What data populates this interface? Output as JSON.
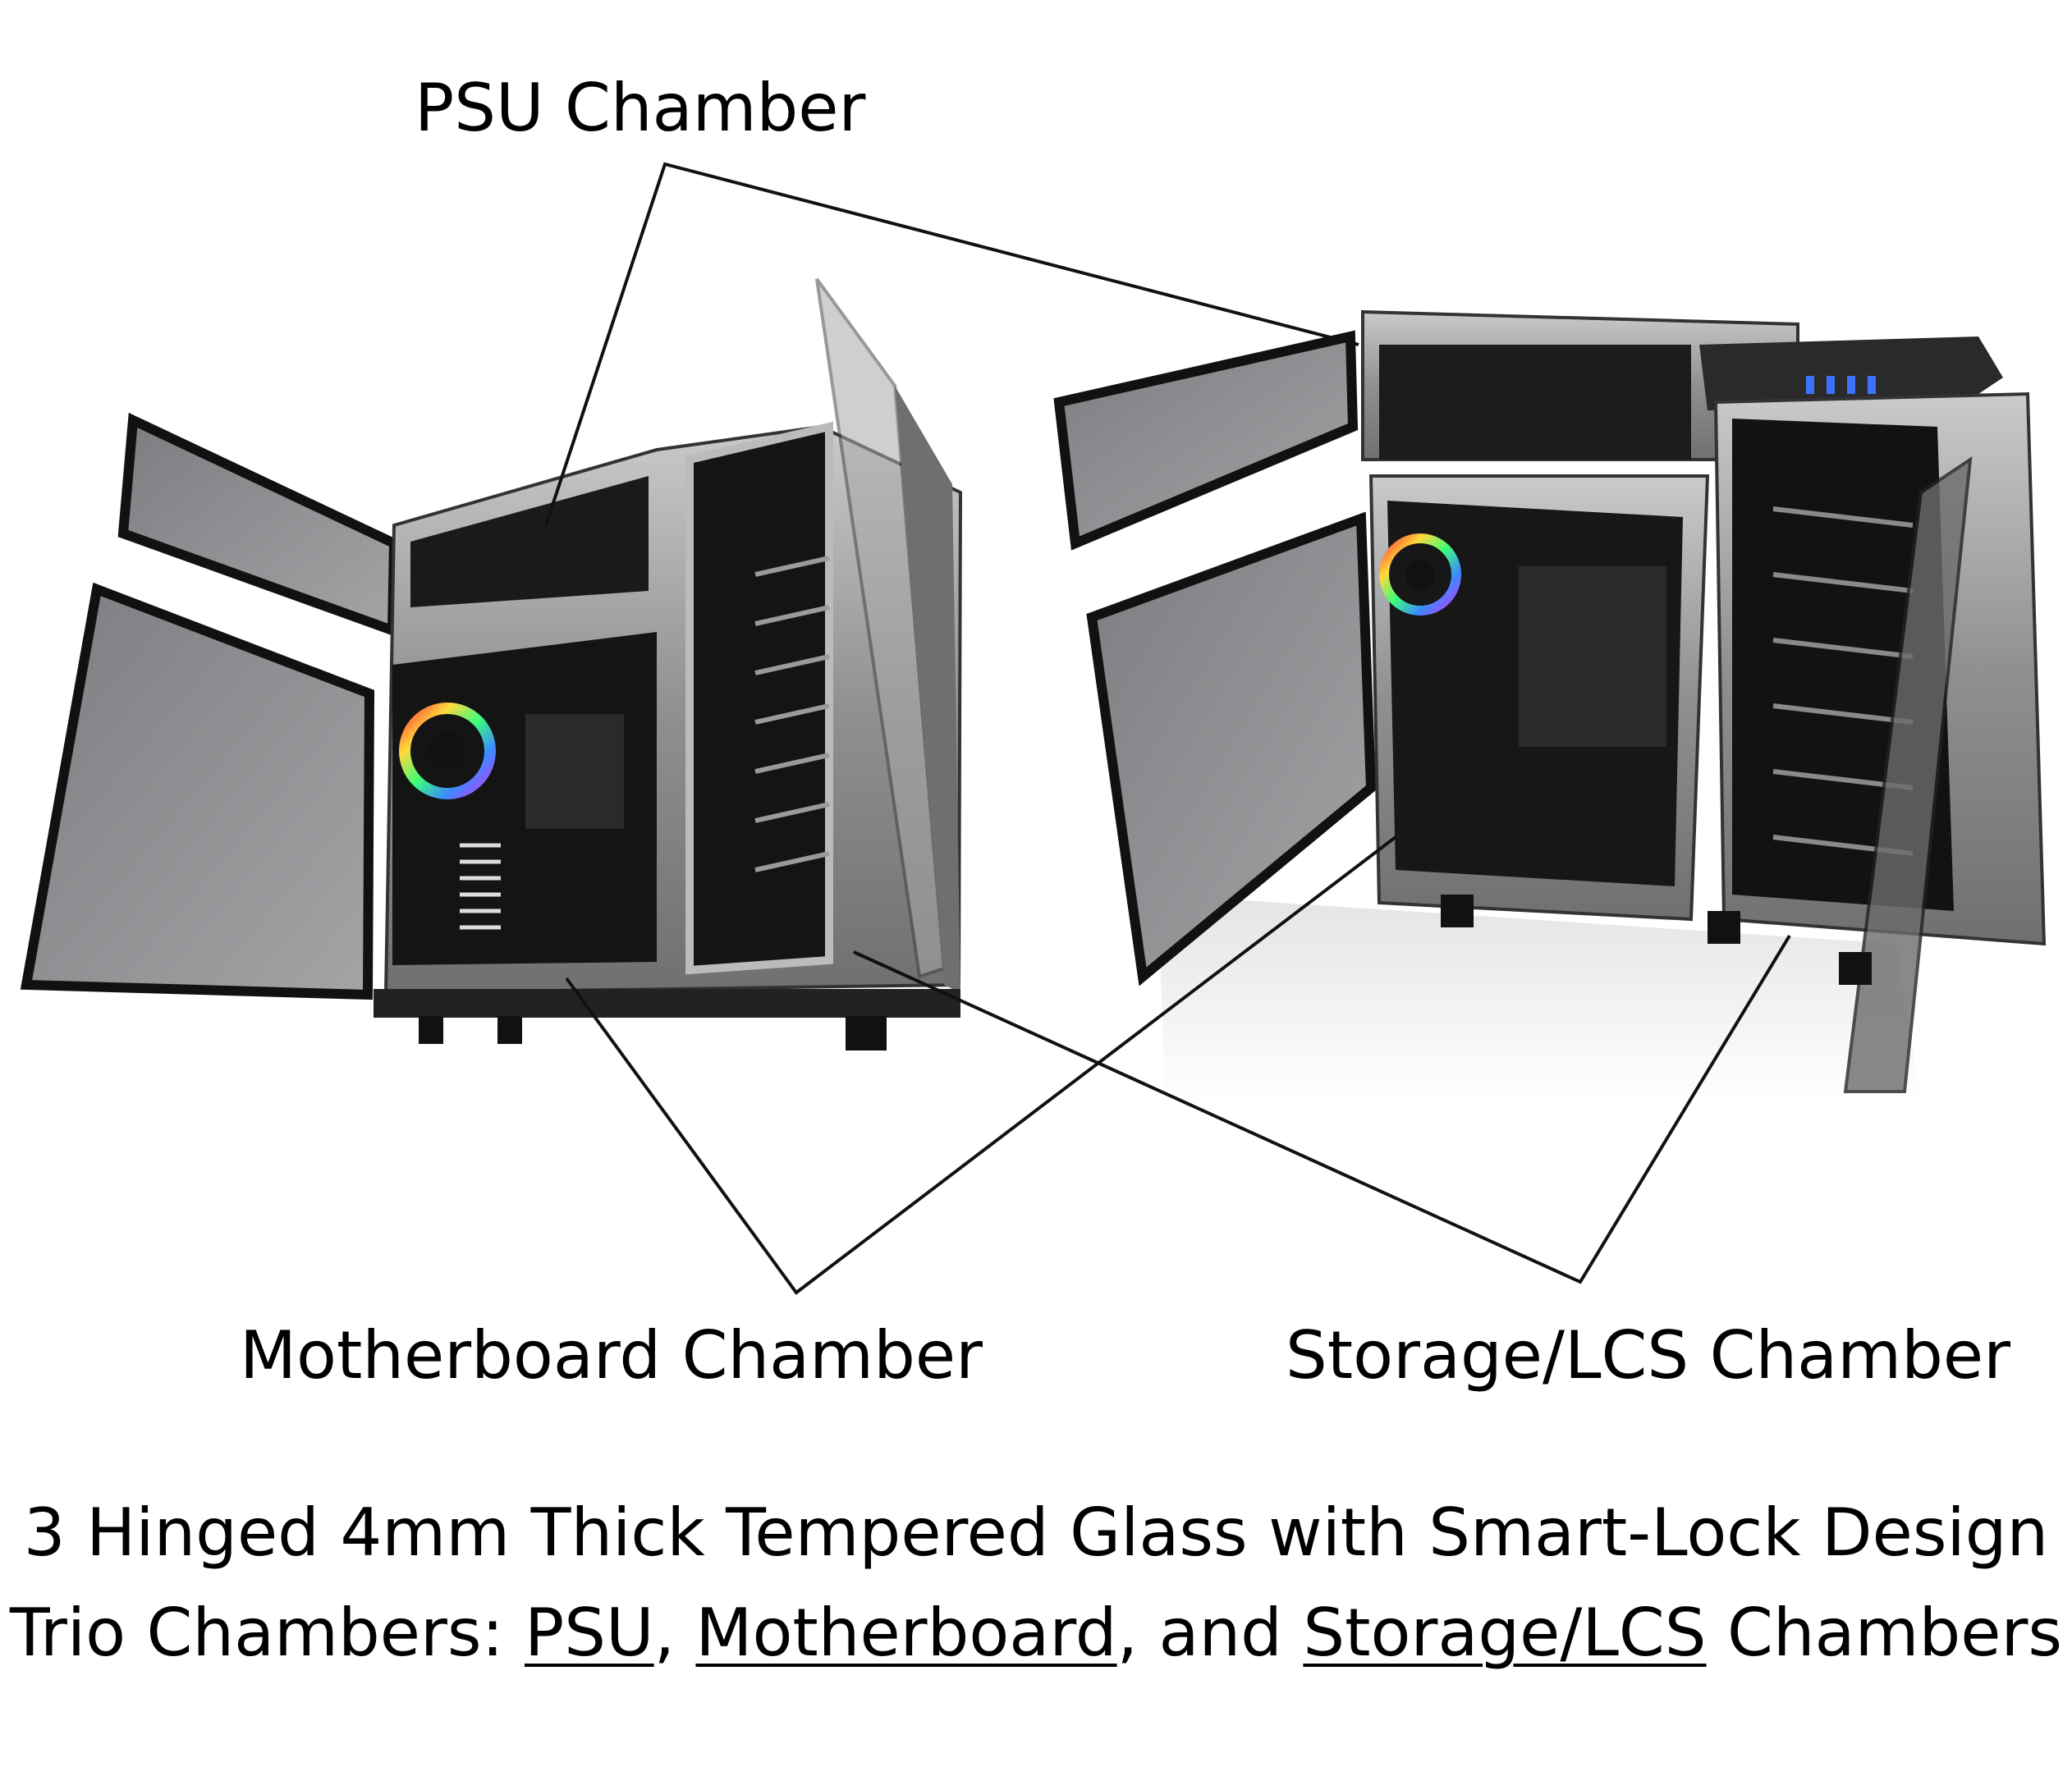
{
  "labels": {
    "psu": "PSU Chamber",
    "motherboard": "Motherboard Chamber",
    "storage": "Storage/LCS Chamber"
  },
  "captions": {
    "line1": "3 Hinged 4mm Thick Tempered Glass with Smart-Lock Design",
    "line2_prefix": "Trio Chambers: ",
    "line2_psu": "PSU",
    "line2_sep1": ", ",
    "line2_motherboard": "Motherboard",
    "line2_sep2": ", and ",
    "line2_storage": "Storage/LCS",
    "line2_suffix": " Chambers"
  },
  "colors": {
    "background": "#ffffff",
    "text": "#000000",
    "case_silver": "#9a9b9d",
    "case_dark": "#1c1c1c",
    "glass": "#8d8e90"
  }
}
